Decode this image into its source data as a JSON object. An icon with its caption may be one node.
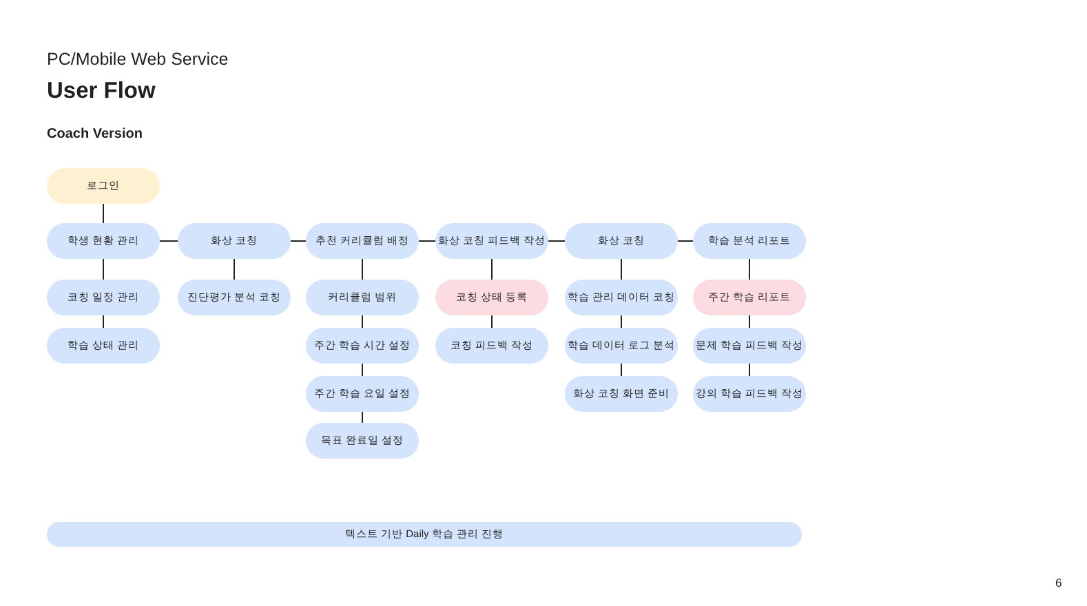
{
  "diagram": {
    "title": "User Flow",
    "nodes": [
      {
        "text": [
          "로그인"
        ]
      },
      {
        "text": [
          "학생 현황 관리"
        ]
      },
      {
        "text": [
          "코칭 일정 관리"
        ]
      },
      {
        "text": [
          "학습 상태 관리"
        ]
      },
      {
        "text": [
          "화상 코칭"
        ]
      },
      {
        "text": [
          "진단평가 분석 코칭"
        ]
      },
      {
        "text": [
          "추천 커리큘럼 배정"
        ]
      },
      {
        "text": [
          "커리큘럼 범위"
        ]
      },
      {
        "text": [
          "주간 학습 시간 설정"
        ]
      },
      {
        "text": [
          "주간 학습 요일 설정"
        ]
      },
      {
        "text": [
          "목표 완료일 설정"
        ]
      },
      {
        "text": [
          "화상 코칭 피드백 작성"
        ]
      },
      {
        "text": [
          "코칭 상태 등록"
        ]
      },
      {
        "text": [
          "코칭 피드백 작성"
        ]
      },
      {
        "text": [
          "화상 코칭"
        ]
      },
      {
        "text": [
          "학습 관리 데이터 코칭"
        ]
      },
      {
        "text": [
          "학습 데이터 로그 분석"
        ]
      },
      {
        "text": [
          "화상 코칭 화면 준비"
        ]
      },
      {
        "text": [
          "학습 분석 리포트"
        ]
      },
      {
        "text": [
          "주간 학습 리포트"
        ]
      },
      {
        "text": [
          "문제 학습 피드백 작성"
        ]
      },
      {
        "text": [
          "강의 학습 피드백 작성"
        ]
      },
      {
        "text": [
          "텍스트 기반 Daily 학습 관리 진행"
        ]
      }
    ],
    "edges": [
      {
        "from": 0,
        "to": 1,
        "arrow": "none"
      },
      {
        "from": 1,
        "to": 2,
        "arrow": "none"
      },
      {
        "from": 2,
        "to": 3,
        "arrow": "none"
      },
      {
        "from": 1,
        "to": 4,
        "arrow": "none"
      },
      {
        "from": 4,
        "to": 5,
        "arrow": "none"
      },
      {
        "from": 4,
        "to": 6,
        "arrow": "none"
      },
      {
        "from": 6,
        "to": 7,
        "arrow": "none"
      },
      {
        "from": 7,
        "to": 8,
        "arrow": "none"
      },
      {
        "from": 8,
        "to": 9,
        "arrow": "none"
      },
      {
        "from": 9,
        "to": 10,
        "arrow": "none"
      },
      {
        "from": 6,
        "to": 11,
        "arrow": "none"
      },
      {
        "from": 11,
        "to": 12,
        "arrow": "none"
      },
      {
        "from": 12,
        "to": 13,
        "arrow": "none"
      },
      {
        "from": 11,
        "to": 14,
        "arrow": "none"
      },
      {
        "from": 14,
        "to": 15,
        "arrow": "none"
      },
      {
        "from": 15,
        "to": 16,
        "arrow": "none"
      },
      {
        "from": 16,
        "to": 17,
        "arrow": "none"
      },
      {
        "from": 14,
        "to": 18,
        "arrow": "none"
      },
      {
        "from": 18,
        "to": 19,
        "arrow": "none"
      },
      {
        "from": 19,
        "to": 20,
        "arrow": "none"
      },
      {
        "from": 20,
        "to": 21,
        "arrow": "none"
      }
    ],
    "labels": [
      "PC/Mobile Web Service",
      "Coach Version",
      "6"
    ]
  }
}
